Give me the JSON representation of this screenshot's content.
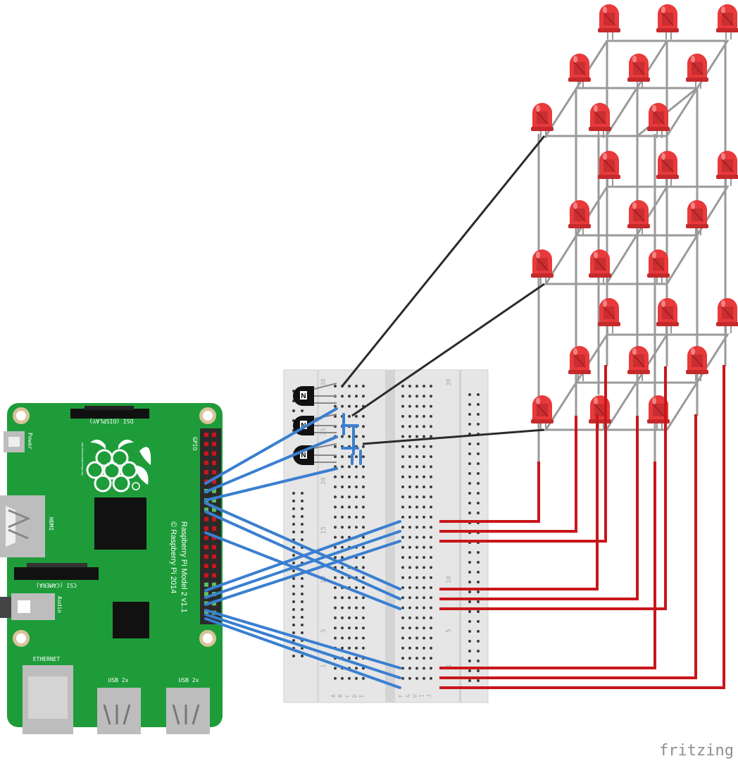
{
  "rpi": {
    "model_line1": "Raspberry Pi Model 2 v1.1",
    "model_line2": "© Raspberry Pi 2014",
    "url": "http://www.raspberrypi.org",
    "labels": {
      "power": "Power",
      "gpio": "GPIO",
      "hdmi": "HDMI",
      "dsi": "DSI (DISPLAY)",
      "csi": "CSI (CAMERA)",
      "audio": "Audio",
      "ethernet": "ETHERNET",
      "usb1": "USB 2x",
      "usb2": "USB 2x"
    },
    "colors": {
      "board": "#1e9c3a",
      "logo": "#ffffff"
    }
  },
  "breadboard": {
    "row_numbers": [
      "1",
      "5",
      "10",
      "15",
      "20",
      "25",
      "30"
    ],
    "column_letters_left": [
      "A",
      "B",
      "C",
      "D",
      "E"
    ],
    "column_letters_right": [
      "F",
      "G",
      "H",
      "I",
      "J"
    ]
  },
  "transistors": [
    {
      "label": "N"
    },
    {
      "label": "N"
    },
    {
      "label": "N"
    }
  ],
  "led_cube": {
    "size": "3x3x3",
    "led_color": "#e8393b"
  },
  "wires": {
    "blue": "#3a7fd0",
    "red": "#c9161b",
    "black": "#2b2b2b",
    "gray": "#9a9a9a"
  },
  "watermark": "fritzing"
}
